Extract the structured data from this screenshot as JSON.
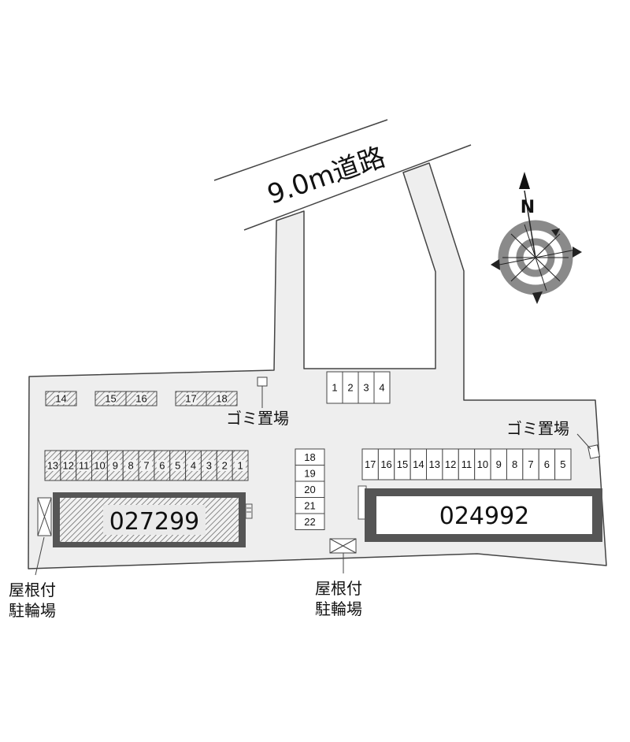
{
  "road": {
    "label": "9.0m道路"
  },
  "compass": {
    "north": "N"
  },
  "buildings": [
    {
      "id": "027299"
    },
    {
      "id": "024992"
    }
  ],
  "garbage_labels": [
    "ゴミ置場",
    "ゴミ置場"
  ],
  "bicycle_labels": [
    {
      "line1": "屋根付",
      "line2": "駐輪場"
    },
    {
      "line1": "屋根付",
      "line2": "駐輪場"
    }
  ],
  "parking": {
    "top_left_hatched": [
      "14",
      "15",
      "16",
      "17",
      "18"
    ],
    "top_center": [
      "1",
      "2",
      "3",
      "4"
    ],
    "left_row_hatched": [
      "13",
      "12",
      "11",
      "10",
      "9",
      "8",
      "7",
      "6",
      "5",
      "4",
      "3",
      "2",
      "1"
    ],
    "center_column": [
      "18",
      "19",
      "20",
      "21",
      "22"
    ],
    "right_row": [
      "17",
      "16",
      "15",
      "14",
      "13",
      "12",
      "11",
      "10",
      "9",
      "8",
      "7",
      "6",
      "5"
    ]
  },
  "colors": {
    "lot_fill": "#eeeeee",
    "outline": "#444444",
    "building_border": "#555555",
    "compass_ring": "#8a8a8a"
  }
}
